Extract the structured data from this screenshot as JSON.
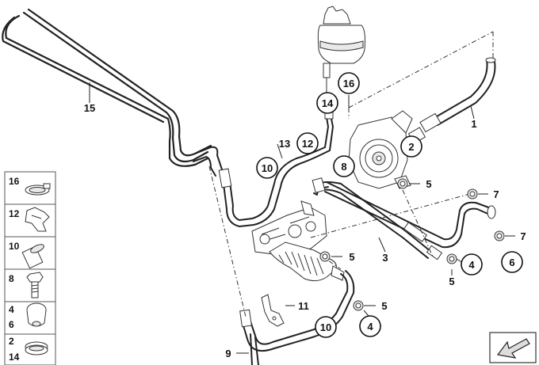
{
  "diagram": {
    "callouts": {
      "c16": "16",
      "c14": "14",
      "c12": "12",
      "c10a": "10",
      "c2": "2",
      "c8": "8",
      "c6": "6",
      "c4a": "4",
      "c10b": "10",
      "c4b": "4"
    },
    "labels": {
      "l15": "15",
      "l1": "1",
      "l13": "13",
      "l5a": "5",
      "l7a": "7",
      "l7b": "7",
      "l5b": "5",
      "l3": "3",
      "l5c": "5",
      "l11": "11",
      "l5d": "5",
      "l9": "9"
    },
    "legend": {
      "r1": "16",
      "r2": "12",
      "r3": "10",
      "r4": "8",
      "r5a": "4",
      "r5b": "6",
      "r6a": "2",
      "r6b": "14"
    },
    "icons": [
      "arrow-icon",
      "reservoir-icon",
      "pump-icon",
      "steering-gear-icon",
      "hose-clamp-icon",
      "clip-icon",
      "sleeve-icon",
      "bolt-icon",
      "seal-icon",
      "bracket-icon"
    ]
  }
}
